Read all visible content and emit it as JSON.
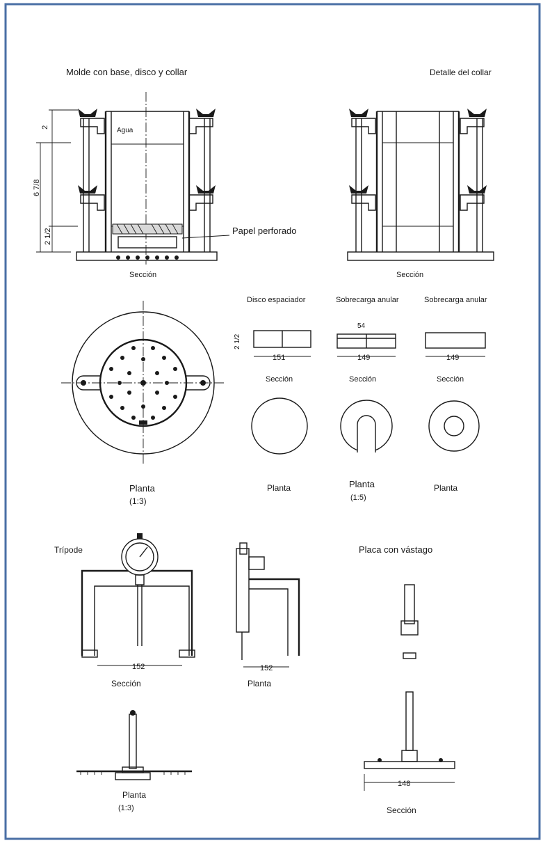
{
  "colors": {
    "frame": "#4a6fa5",
    "ink": "#1a1a1a",
    "paper": "#ffffff"
  },
  "titles": {
    "main_section": "Molde con base, disco y collar",
    "detail_collar": "Detalle del collar",
    "filter_paper": "Papel perforado",
    "water_label": "Agua",
    "section_label_1": "Sección",
    "section_label_2": "Sección"
  },
  "dimensions_left": {
    "top": "2",
    "middle": "6 7/8",
    "bottom": "2 1/2"
  },
  "discs": {
    "disc_1_title": "Disco espaciador",
    "disc_2_title": "Sobrecarga anular",
    "disc_3_title": "Sobrecarga anular",
    "disc_height": "2 1/2",
    "disc_1_width": "151",
    "disc_2_top": "54",
    "disc_2_width": "149",
    "disc_3_width": "149",
    "disc_1_section": "Sección",
    "disc_2_section": "Sección",
    "disc_3_section": "Sección",
    "disc_1_plan": "Planta",
    "disc_2_plan": "Planta",
    "disc_2_scale": "(1:5)",
    "disc_3_plan": "Planta"
  },
  "base_plan": {
    "label": "Planta",
    "scale": "(1:3)"
  },
  "gauge": {
    "title": "Trípode",
    "section_dim": "152",
    "section_label": "Sección",
    "side_dim": "152",
    "side_label": "Planta"
  },
  "expansion_plate": {
    "title": "Placa con vástago",
    "dim": "148",
    "section_label": "Sección"
  },
  "bottom_left": {
    "label": "Planta",
    "scale": "(1:3)"
  }
}
